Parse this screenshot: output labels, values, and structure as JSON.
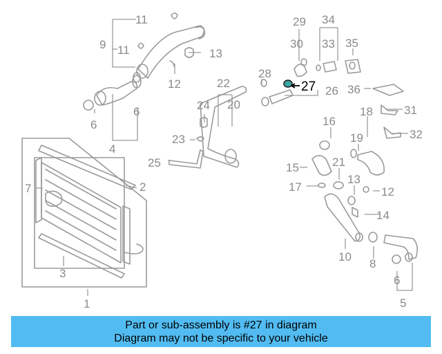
{
  "diagram": {
    "highlighted_part": "27",
    "highlight_color": "#3aa7a0",
    "callouts": [
      {
        "id": "c1",
        "text": "1"
      },
      {
        "id": "c2",
        "text": "2"
      },
      {
        "id": "c3",
        "text": "3"
      },
      {
        "id": "c4",
        "text": "4"
      },
      {
        "id": "c5",
        "text": "5"
      },
      {
        "id": "c6a",
        "text": "6"
      },
      {
        "id": "c6b",
        "text": "6"
      },
      {
        "id": "c6c",
        "text": "6"
      },
      {
        "id": "c7",
        "text": "7"
      },
      {
        "id": "c8",
        "text": "8"
      },
      {
        "id": "c9",
        "text": "9"
      },
      {
        "id": "c10",
        "text": "10"
      },
      {
        "id": "c11a",
        "text": "11"
      },
      {
        "id": "c11b",
        "text": "11"
      },
      {
        "id": "c12a",
        "text": "12"
      },
      {
        "id": "c12b",
        "text": "12"
      },
      {
        "id": "c13a",
        "text": "13"
      },
      {
        "id": "c13b",
        "text": "13"
      },
      {
        "id": "c14",
        "text": "14"
      },
      {
        "id": "c15",
        "text": "15"
      },
      {
        "id": "c16",
        "text": "16"
      },
      {
        "id": "c17",
        "text": "17"
      },
      {
        "id": "c18",
        "text": "18"
      },
      {
        "id": "c19",
        "text": "19"
      },
      {
        "id": "c20",
        "text": "20"
      },
      {
        "id": "c21",
        "text": "21"
      },
      {
        "id": "c22",
        "text": "22"
      },
      {
        "id": "c23",
        "text": "23"
      },
      {
        "id": "c24",
        "text": "24"
      },
      {
        "id": "c25",
        "text": "25"
      },
      {
        "id": "c26",
        "text": "26"
      },
      {
        "id": "c27",
        "text": "27"
      },
      {
        "id": "c28",
        "text": "28"
      },
      {
        "id": "c29",
        "text": "29"
      },
      {
        "id": "c30",
        "text": "30"
      },
      {
        "id": "c31",
        "text": "31"
      },
      {
        "id": "c32",
        "text": "32"
      },
      {
        "id": "c33",
        "text": "33"
      },
      {
        "id": "c34",
        "text": "34"
      },
      {
        "id": "c35",
        "text": "35"
      },
      {
        "id": "c36",
        "text": "36"
      }
    ]
  },
  "banner": {
    "line1": "Part or sub-assembly is #27 in diagram",
    "line2": "Diagram may not be specific to your vehicle",
    "background": "#52bcf2"
  }
}
